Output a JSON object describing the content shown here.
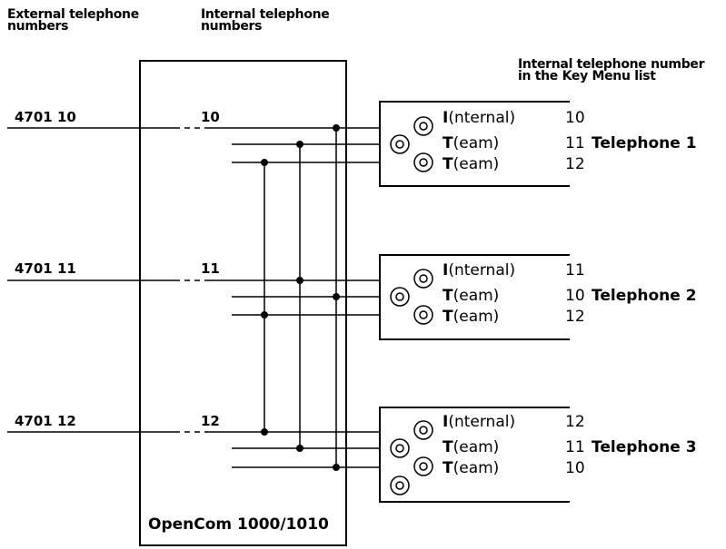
{
  "headers": {
    "external": [
      "External telephone",
      "numbers"
    ],
    "internal": [
      "Internal telephone",
      "numbers"
    ],
    "keymenu": [
      "Internal telephone number",
      "in the Key Menu list"
    ]
  },
  "system_label": "OpenCom 1000/1010",
  "lines": [
    {
      "external": "4701 10",
      "internal": "10"
    },
    {
      "external": "4701 11",
      "internal": "11"
    },
    {
      "external": "4701 12",
      "internal": "12"
    }
  ],
  "telephones": [
    {
      "name": "Telephone 1",
      "keys": [
        {
          "initial": "I",
          "rest": "(nternal)",
          "number": "10"
        },
        {
          "initial": "T",
          "rest": "(eam)",
          "number": "11"
        },
        {
          "initial": "T",
          "rest": "(eam)",
          "number": "12"
        }
      ]
    },
    {
      "name": "Telephone 2",
      "keys": [
        {
          "initial": "I",
          "rest": "(nternal)",
          "number": "11"
        },
        {
          "initial": "T",
          "rest": "(eam)",
          "number": "10"
        },
        {
          "initial": "T",
          "rest": "(eam)",
          "number": "12"
        }
      ]
    },
    {
      "name": "Telephone 3",
      "keys": [
        {
          "initial": "I",
          "rest": "(nternal)",
          "number": "12"
        },
        {
          "initial": "T",
          "rest": "(eam)",
          "number": "11"
        },
        {
          "initial": "T",
          "rest": "(eam)",
          "number": "10"
        }
      ]
    }
  ]
}
